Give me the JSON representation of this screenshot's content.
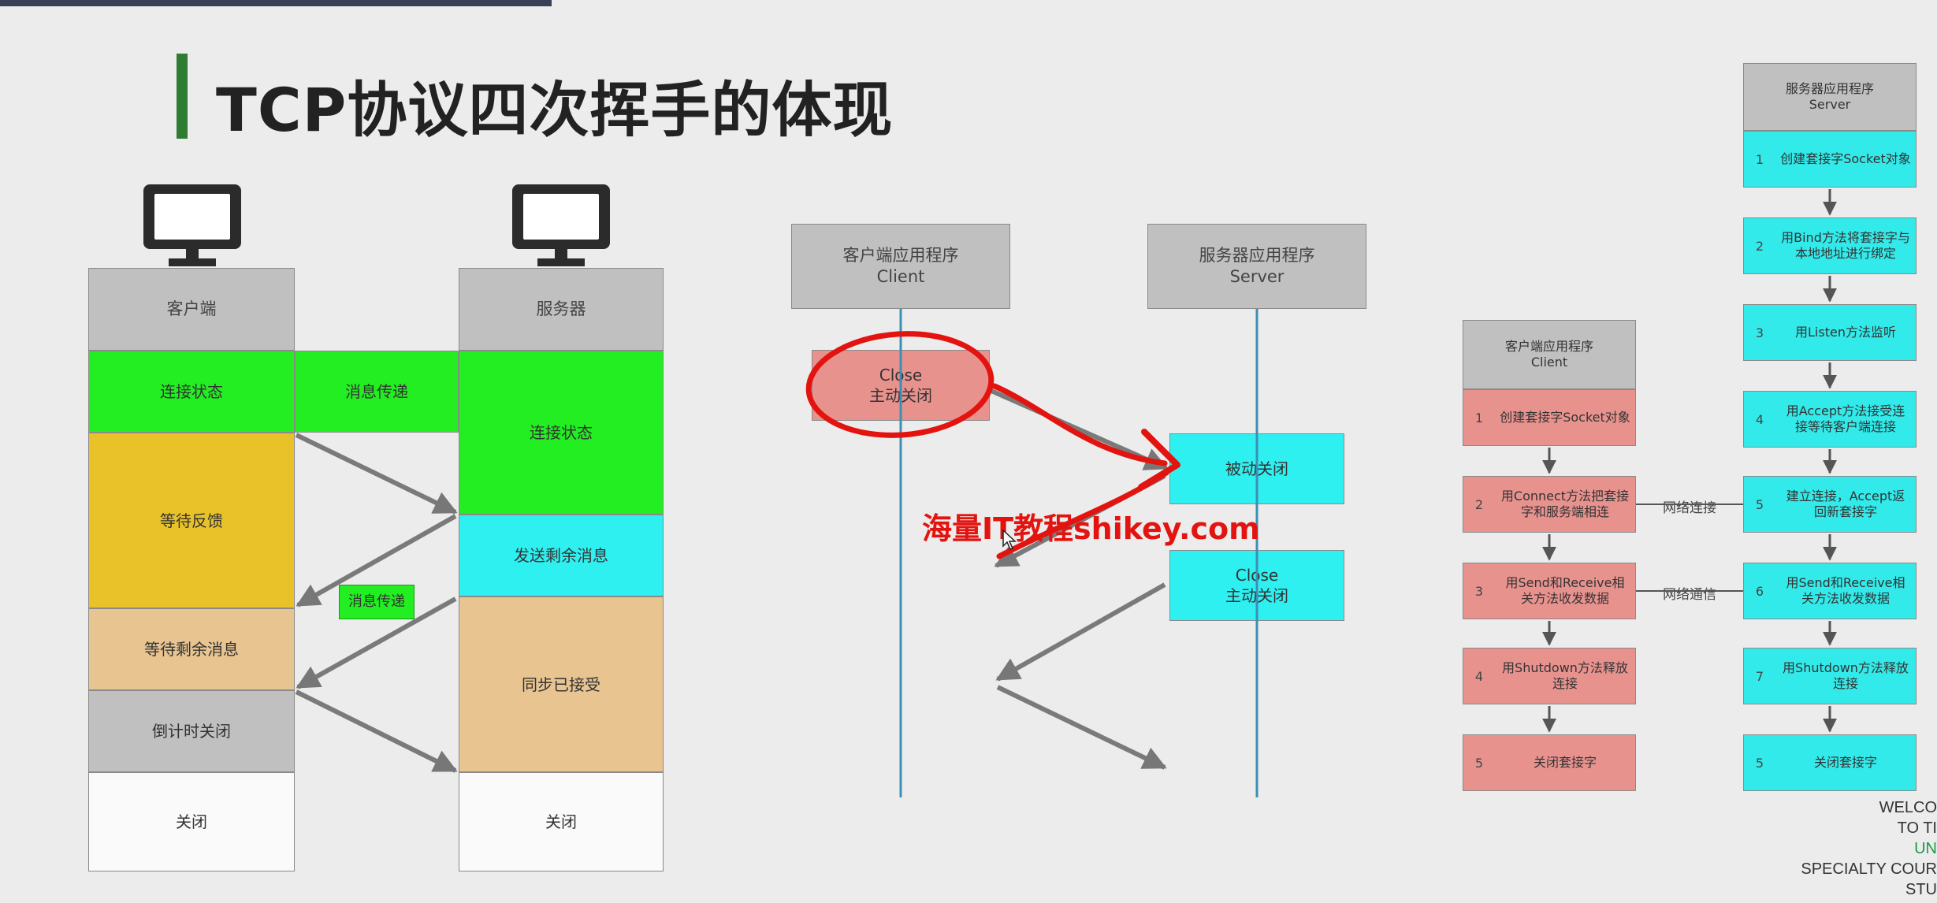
{
  "slide": {
    "top_strip_text": "",
    "title": "TCP协议四次挥手的体现",
    "accent_color": "#2e7d32"
  },
  "colors": {
    "gray": "#c0c0c0",
    "green": "#22ee22",
    "yellow": "#e9c22a",
    "tan": "#e8c491",
    "cyan": "#2ff0f0",
    "white": "#fafafa",
    "red": "#e8928e",
    "flow_cyan": "#33eaea",
    "arrow": "#777777",
    "line_blue": "#3b8fb5",
    "marker_red": "#e3140f",
    "watermark_red": "#e3140f"
  },
  "left_diagram": {
    "client": {
      "icon": "monitor-icon",
      "header": "客户端",
      "states": [
        "连接状态",
        "等待反馈",
        "等待剩余消息",
        "倒计时关闭",
        "关闭"
      ]
    },
    "server": {
      "icon": "monitor-icon",
      "header": "服务器",
      "states": [
        "连接状态",
        "发送剩余消息",
        "同步已接受",
        "关闭"
      ]
    },
    "message_top": "消息传递",
    "message_mid": "消息传递"
  },
  "middle_diagram": {
    "client_header": [
      "客户端应用程序",
      "Client"
    ],
    "server_header": [
      "服务器应用程序",
      "Server"
    ],
    "client_close": [
      "Close",
      "主动关闭"
    ],
    "server_passive": "被动关闭",
    "server_close": [
      "Close",
      "主动关闭"
    ],
    "watermark": "海量IT教程shikey.com"
  },
  "flowchart": {
    "client_header": [
      "客户端应用程序",
      "Client"
    ],
    "server_header": [
      "服务器应用程序",
      "Server"
    ],
    "client_steps": [
      {
        "n": "1",
        "text": "创建套接字Socket对象"
      },
      {
        "n": "2",
        "text": "用Connect方法把套接字和服务端相连"
      },
      {
        "n": "3",
        "text": "用Send和Receive相关方法收发数据"
      },
      {
        "n": "4",
        "text": "用Shutdown方法释放连接"
      },
      {
        "n": "5",
        "text": "关闭套接字"
      }
    ],
    "server_steps": [
      {
        "n": "1",
        "text": "创建套接字Socket对象"
      },
      {
        "n": "2",
        "text": "用Bind方法将套接字与本地地址进行绑定"
      },
      {
        "n": "3",
        "text": "用Listen方法监听"
      },
      {
        "n": "4",
        "text": "用Accept方法接受连接等待客户端连接"
      },
      {
        "n": "5",
        "text": "建立连接，Accept返回新套接字"
      },
      {
        "n": "6",
        "text": "用Send和Receive相关方法收发数据"
      },
      {
        "n": "7",
        "text": "用Shutdown方法释放连接"
      },
      {
        "n": "5",
        "text": "关闭套接字"
      }
    ],
    "link_connect": "网络连接",
    "link_comm": "网络通信"
  },
  "corner_text": [
    "WELCO",
    "TO TI",
    "UN",
    "SPECIALTY COUR",
    "STU"
  ]
}
